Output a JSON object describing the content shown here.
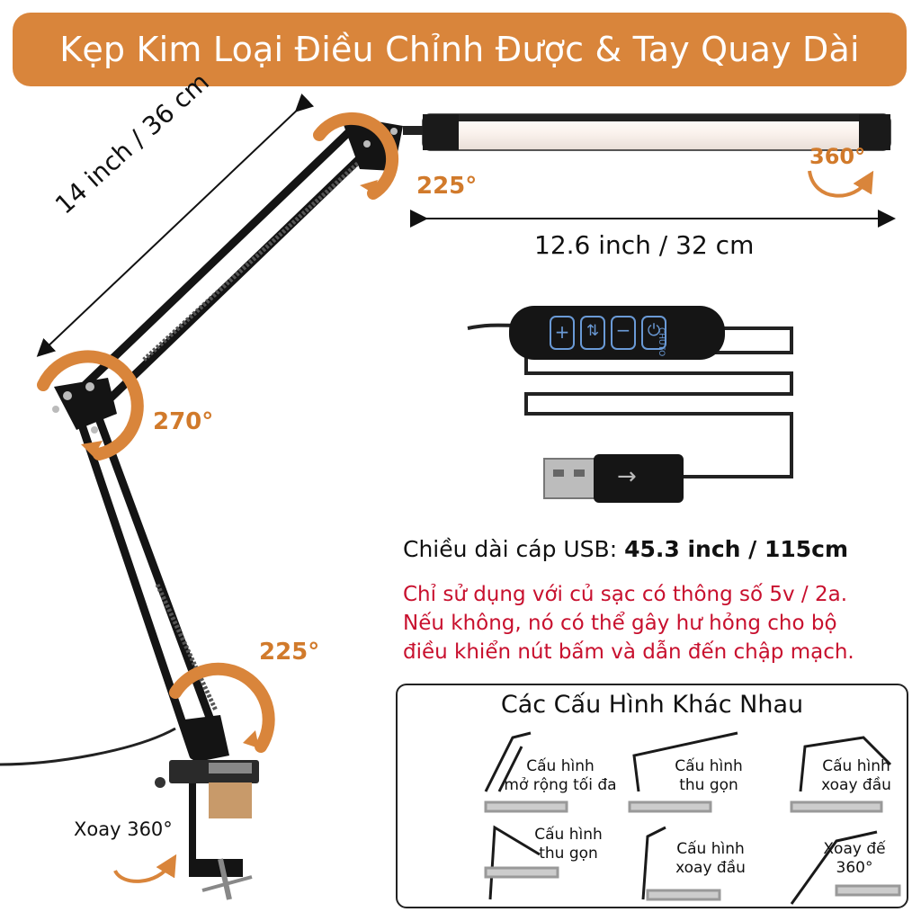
{
  "banner": {
    "title": "Kẹp Kim Loại Điều Chỉnh Được & Tay Quay Dài"
  },
  "angles": {
    "head": "225°",
    "middle": "270°",
    "base": "225°",
    "light_rotate": "360°",
    "clamp_rotate": "Xoay 360°"
  },
  "dimensions": {
    "arm": "14 inch / 36 cm",
    "light": "12.6 inch / 32 cm"
  },
  "usb": {
    "label": "Chiều dài cáp USB:",
    "value": "45.3 inch / 115cm"
  },
  "warning": {
    "line1": "Chỉ sử dụng với củ sạc có thông số 5v / 2a.",
    "line2": "Nếu không, nó có thể gây hư hỏng cho bộ",
    "line3": "điều khiển nút bấm và dẫn đến chập mạch."
  },
  "controller": {
    "brand": "CHUTO"
  },
  "configs": {
    "title": "Các Cấu Hình Khác Nhau",
    "items": [
      {
        "l1": "Cấu hình",
        "l2": "mở rộng tối đa"
      },
      {
        "l1": "Cấu hình",
        "l2": "thu gọn"
      },
      {
        "l1": "Cấu hình",
        "l2": "xoay đầu"
      },
      {
        "l1": "Cấu hình",
        "l2": "thu gọn"
      },
      {
        "l1": "Cấu hình",
        "l2": "xoay đầu"
      },
      {
        "l1": "Xoay đế",
        "l2": "360°"
      }
    ]
  },
  "colors": {
    "accent": "#d9853b",
    "warning": "#c8102e"
  }
}
